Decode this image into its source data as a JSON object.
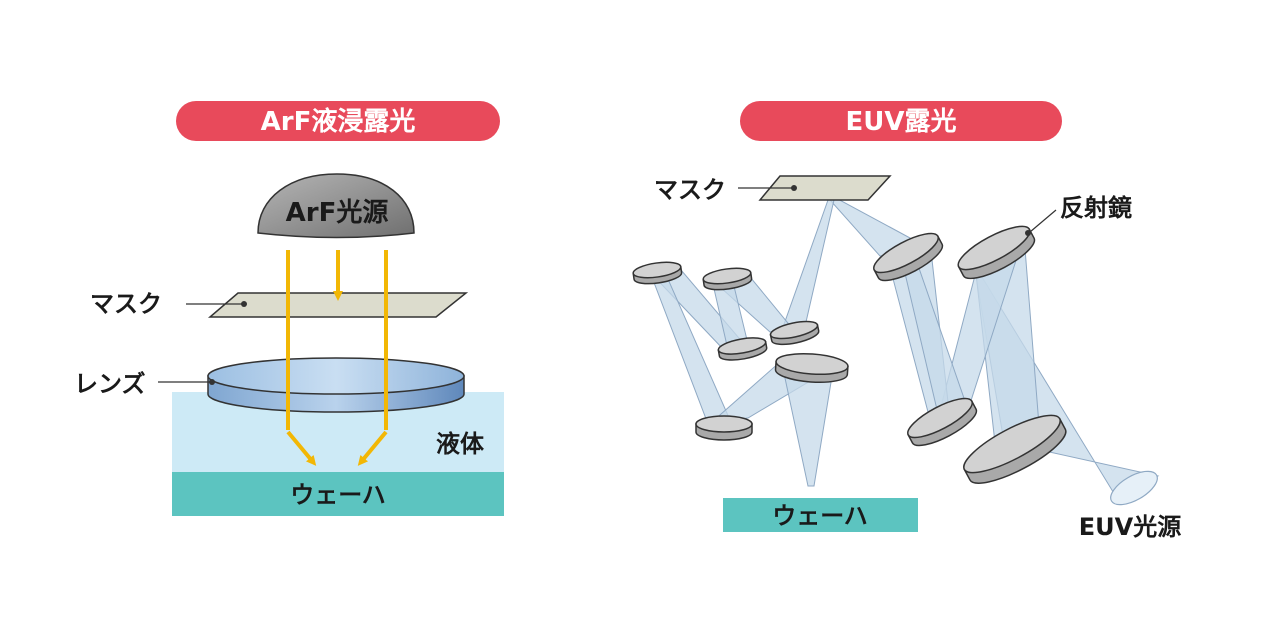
{
  "left_panel": {
    "title": "ArF液浸露光",
    "source_label": "ArF光源",
    "mask_label": "マスク",
    "lens_label": "レンズ",
    "liquid_label": "液体",
    "wafer_label": "ウェーハ"
  },
  "right_panel": {
    "title": "EUV露光",
    "mask_label": "マスク",
    "mirror_label": "反射鏡",
    "wafer_label": "ウェーハ",
    "source_label": "EUV光源"
  },
  "colors": {
    "title_pill": "#e84a5b",
    "light_beam": "#f2b705",
    "liquid": "#cdeaf6",
    "wafer": "#5cc4c0",
    "mask": "#dcdccd",
    "lens": "#9ec1e3",
    "mirror": "#d2d2d2",
    "euv_beam": "#c5d9ea",
    "source_dome": "#8f8f8f"
  }
}
